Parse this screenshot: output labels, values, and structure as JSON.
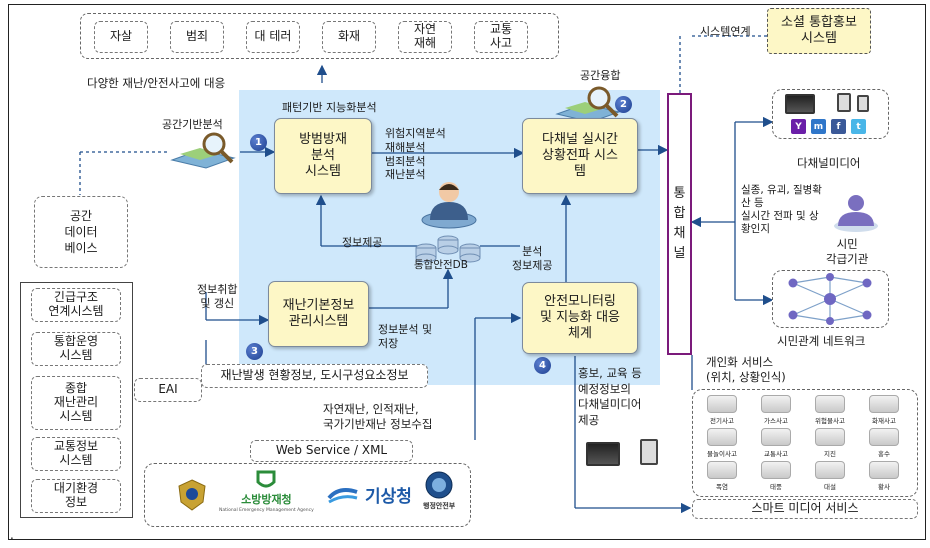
{
  "incident_types": [
    "자살",
    "범죄",
    "대 테러",
    "화재",
    "자연\n재해",
    "교통\n사고"
  ],
  "top_caption": "다양한 재난/안전사고에 대응",
  "spatial_db": "공간\n데이터\n베이스",
  "analysis_labels": {
    "space_based": "공간기반분석",
    "pattern_based": "패턴기반 지능화분석",
    "space_fusion": "공간융합",
    "risk": "위험지역분석\n재해분석\n범죄분석\n재난분석"
  },
  "systems": {
    "crime_prevention": "방범방재\n분석\n시스템",
    "multichannel": "다채널 실시간\n상황전파 시스\n템",
    "disaster_info": "재난기본정보\n관리시스템",
    "safety_monitoring": "안전모니터링\n및 지능화 대응\n체계"
  },
  "integrated_db": "통합안전DB",
  "edge_labels": {
    "info_provide": "정보제공",
    "analysis_info_provide": "분석\n정보제공",
    "info_collect": "정보취합\n및 갱신",
    "info_analysis": "정보분석 및\n저장",
    "system_link": "시스템연계"
  },
  "social_pr": "소셜 통합홍보\n시스템",
  "integrated_channel": "통\n합\n채\n널",
  "multichannel_media": "다채널미디어",
  "citizen": {
    "info": "실종, 유괴, 질병확\n산 등\n실시간 전파 및 상\n황인지",
    "label": "시민\n각급기관"
  },
  "citizen_network": "시민관계 네트워크",
  "left_systems": [
    "긴급구조\n연계시스템",
    "통합운영\n시스템",
    "종합\n재난관리\n시스템",
    "교통정보\n시스템",
    "대기환경\n정보"
  ],
  "eai": "EAI",
  "disaster_status": "재난발생 현황정보, 도시구성요소정보",
  "collection": "자연재난, 인적재난,\n국가기반재난 정보수집",
  "web_service": "Web Service / XML",
  "agencies": {
    "fire": "소방방재청",
    "fire_sub": "National Emergency Management Agency",
    "kma": "기상청",
    "mopas": "행정안전부"
  },
  "pr_text": "홍보, 교육 등\n예정정보의\n다채널미디어\n제공",
  "personal_service": {
    "title": "개인화 서비스\n(위치, 상황인식)",
    "items": [
      "전기사고",
      "가스사고",
      "위험물사고",
      "화재사고",
      "물놀이사고",
      "교통사고",
      "지진",
      "홍수",
      "폭염",
      "태풍",
      "대설",
      "황사"
    ]
  },
  "smart_media": "스마트 미디어 서비스",
  "steps": [
    "1",
    "2",
    "3",
    "4"
  ],
  "corner_mark": "."
}
